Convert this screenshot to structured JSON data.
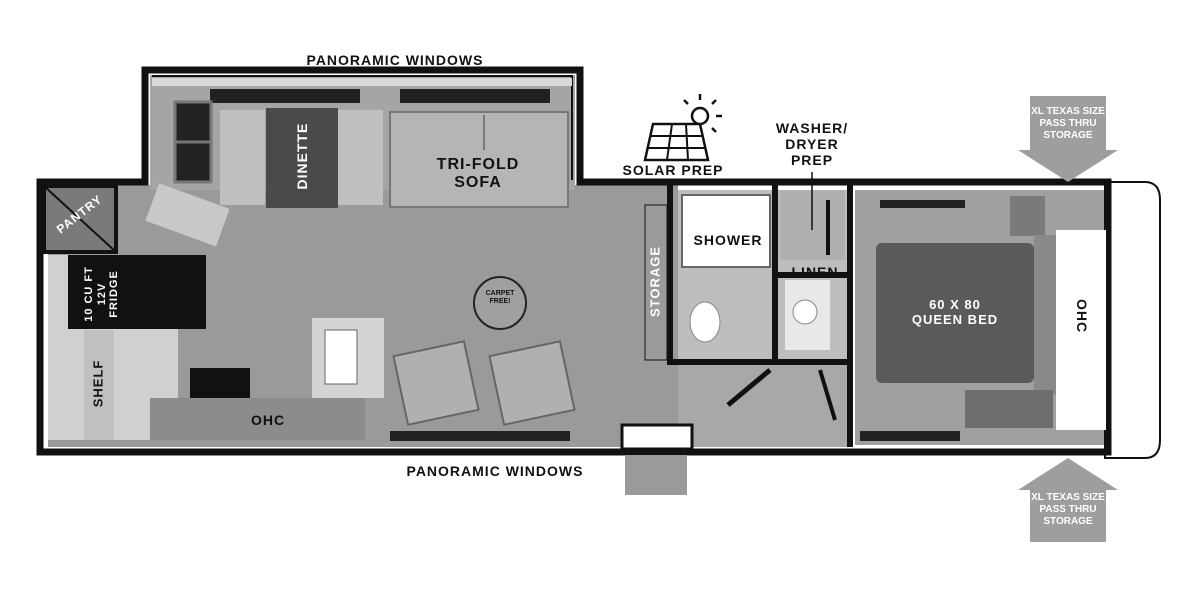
{
  "labels": {
    "panoramic_top": "PANORAMIC WINDOWS",
    "panoramic_bottom": "PANORAMIC WINDOWS",
    "dinette": "DINETTE",
    "tri_fold_sofa": "TRI-FOLD\nSOFA",
    "solar_prep": "SOLAR PREP",
    "washer_dryer": "WASHER/\nDRYER\nPREP",
    "pantry": "PANTRY",
    "fridge": "10 CU FT\n12V\nFRIDGE",
    "shelf": "SHELF",
    "ohc_kitchen": "OHC",
    "storage": "STORAGE",
    "shower": "SHOWER",
    "linen": "LINEN",
    "queen_bed": "60 X 80\nQUEEN BED",
    "ohc_bedroom": "OHC",
    "carpet_free": "CARPET\nFREE!",
    "pass_thru_top": "XL TEXAS SIZE\nPASS THRU\nSTORAGE",
    "pass_thru_bottom": "XL TEXAS SIZE\nPASS THRU\nSTORAGE"
  },
  "icons": {
    "solar": "solar-panel-icon",
    "carpet_free": "carpet-free-badge-icon"
  },
  "colors": {
    "wall": "#111111",
    "floor": "#9a9a9a",
    "cabinet": "#c8c8c8",
    "arrow": "#9e9e9e",
    "bed": "#5a5a5a"
  }
}
